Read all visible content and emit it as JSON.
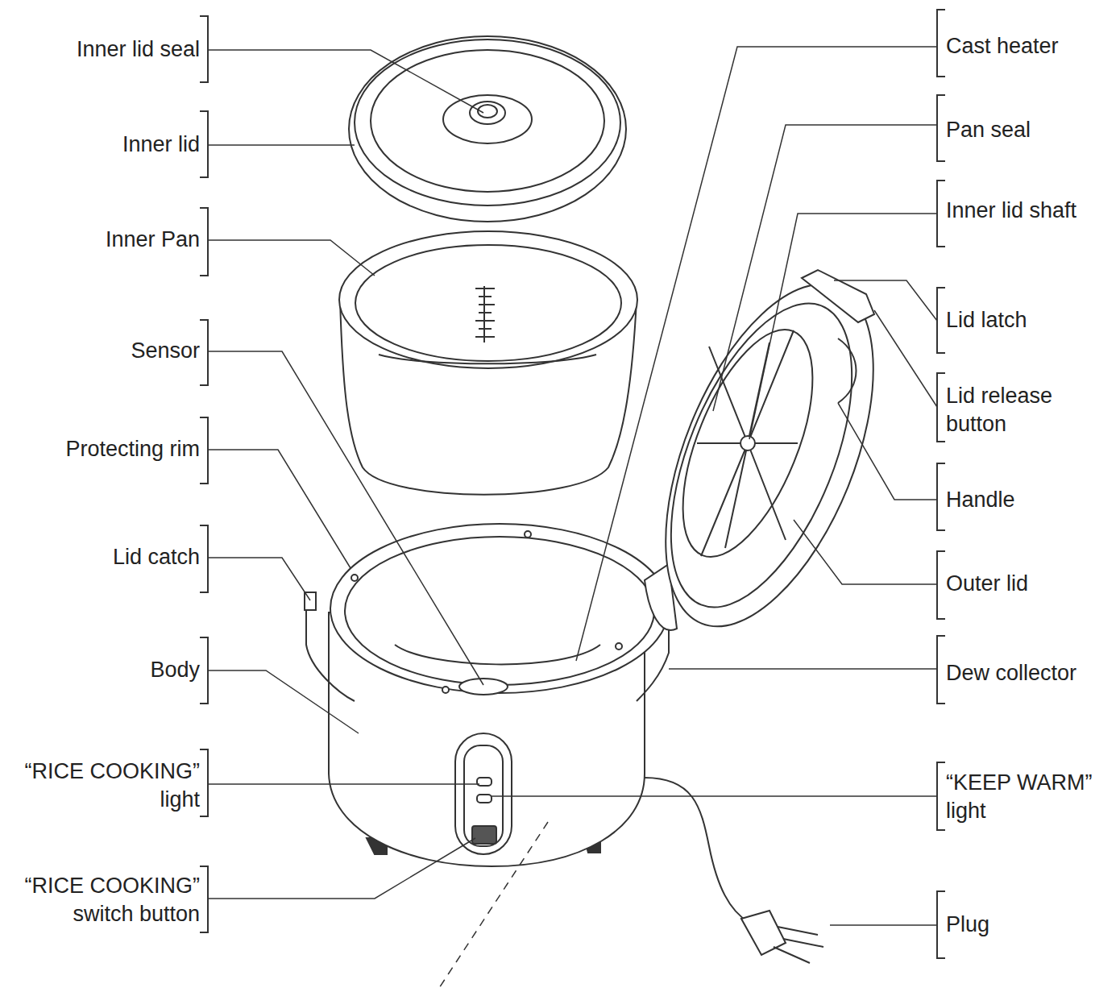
{
  "diagram": {
    "labels": [
      "Inner lid seal",
      "Inner lid",
      "Inner Pan",
      "Sensor",
      "Protecting rim",
      "Lid catch",
      "Body",
      "“RICE COOKING” light",
      "“RICE COOKING” switch button",
      "Cast heater",
      "Pan seal",
      "Inner lid shaft",
      "Lid latch",
      "Lid release button",
      "Handle",
      "Outer lid",
      "Dew collector",
      "“KEEP WARM” light",
      "Plug"
    ]
  }
}
